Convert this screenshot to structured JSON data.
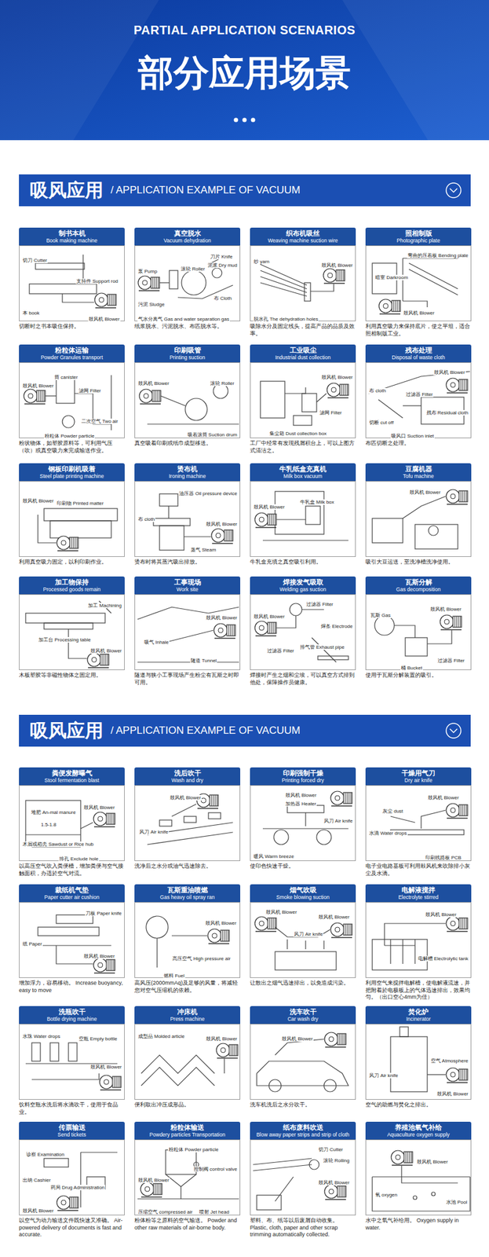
{
  "diagram": {
    "title": "部分应用场景",
    "nodes": [
      {
        "text": [
          "吸风应用",
          "/ APPLICATION EXAMPLE OF VACUUM"
        ]
      },
      {
        "text": [
          "制书本机",
          "Book making machine",
          "切断时之书本吸住保持。"
        ]
      },
      {
        "text": [
          "真空脱水",
          "Vacuum dehydration",
          "纸浆脱水、污泥脱水、布匹脱水等。"
        ]
      },
      {
        "text": [
          "织布机吸丝",
          "Weaving machine suction wire",
          "吸除水分及固定线头，提高产品的品质及效率。"
        ]
      },
      {
        "text": [
          "照相制版",
          "Photographic plate",
          "利用真空吸力来保持底片，使之平坦，适合照相制版工业。"
        ]
      },
      {
        "text": [
          "粉粒体运输",
          "Powder Granules transport",
          "粉状物体，如塑胶原料等，可利用气压（吹）或真空吸力来完成输送作业。"
        ]
      },
      {
        "text": [
          "印刷吸管",
          "Printing suction",
          "真空吸着印刷或纸巾成型移送。"
        ]
      },
      {
        "text": [
          "工业吸尘",
          "Industrial dust collection",
          "工厂中经常有发现残屑积台上，可以上图方式清洁之。"
        ]
      },
      {
        "text": [
          "残布处理",
          "Disposal of waste cloth",
          "布匹切断之处理。"
        ]
      },
      {
        "text": [
          "钢板印刷机吸着",
          "Steel plate printing machine",
          "利用真空吸力固定，以利印刷作业。"
        ]
      },
      {
        "text": [
          "烫布机",
          "Ironing machine",
          "烫布时将其蒸汽吸出排放。"
        ]
      },
      {
        "text": [
          "牛乳纸盒充真机",
          "Milk box vacuum",
          "牛乳盒充填之真空吸引利用。"
        ]
      },
      {
        "text": [
          "豆腐机器",
          "Tofu machine",
          "吸引大豆运送，至洗净槽洗净使用。"
        ]
      },
      {
        "text": [
          "加工物保持",
          "Processed goods remain",
          "木板塑胶等非磁性物体之固定用。"
        ]
      },
      {
        "text": [
          "工事现场",
          "Work site",
          "隧道与狭小工事现场产生粉尘有瓦斯之时即可用。"
        ]
      },
      {
        "text": [
          "焊接发气吸取",
          "Welding gas suction",
          "焊接时产生之烟和尘埃，可以真空方式排到他处，保障操作员健康。"
        ]
      },
      {
        "text": [
          "瓦斯分解",
          "Gas decomposition",
          "使用于瓦斯分解装置的吸引。"
        ]
      },
      {
        "text": [
          "吸风应用",
          "/ APPLICATION EXAMPLE OF VACUUM"
        ]
      },
      {
        "text": [
          "粪便发酵曝气",
          "Stool fermentation blast",
          "以高压空气吹入粪便槽，增加粪便与空气接触面积，办适於空气对流。"
        ]
      },
      {
        "text": [
          "洗后吹干",
          "Wash and dry",
          "洗净后之水分或油气迅速除去。"
        ]
      },
      {
        "text": [
          "印刷强制干燥",
          "Printing forced dry",
          "使印色快速干燥。"
        ]
      },
      {
        "text": [
          "干燥用气刀",
          "Dry air knife",
          "电子业电路基板可利用鼓风机来吹除排小灰尘及水滴。"
        ]
      },
      {
        "text": [
          "裁纸机气垫",
          "Paper cutter air cushion",
          "增加浮力，容易移动。 Increase buoyancy, easy to move"
        ]
      },
      {
        "text": [
          "瓦斯重油喷燃",
          "Gas heavy oil spray ran",
          "高风压(2000mmAq)及足够的风量，将减轻您对空气压缩机的依赖。"
        ]
      },
      {
        "text": [
          "烟气吹吸",
          "Smoke blowing suction",
          "让散出之烟气迅速排出，以免造成污染。"
        ]
      },
      {
        "text": [
          "电解液搅拌",
          "Electrolyte stirred",
          "利用空气来搅拌电解槽，使电解液流速，并把附着於电极板上的气体迅速排出，效果均匀。（出口空心4mm为佳）"
        ]
      },
      {
        "text": [
          "洗瓶吹干",
          "Bottle drying machine",
          "饮料空瓶水洗后将水滴吹干，使用于食品业。"
        ]
      },
      {
        "text": [
          "冲床机",
          "Press machine",
          "便利取出冲压成形品。"
        ]
      },
      {
        "text": [
          "洗车吹干",
          "Car wash dry",
          "洗车机洗后之水分吹干。"
        ]
      },
      {
        "text": [
          "焚化炉",
          "Incinerator",
          "空气的助燃与焚化之排出。"
        ]
      },
      {
        "text": [
          "传票输送",
          "Send tickets",
          "以空气为动力输送文件既快速又准确。 Air-powered delivery of documents is fast and accurate."
        ]
      },
      {
        "text": [
          "粉粒体输送",
          "Powdery particles Transportation",
          "粉体粉等之原料的空气输送。 Powder and other raw materials of air-borne body."
        ]
      },
      {
        "text": [
          "纸布废料吹送",
          "Blow away paper strips and strip of cloth",
          "塑料、布、纸等以后废屑自动收集。 Plastic, cloth, paper and other scrap trimming automatically collected."
        ]
      },
      {
        "text": [
          "养殖池氧气补给",
          "Aquaculture oxygen supply",
          "水中之氧气补给用。 Oxygen supply in water."
        ]
      }
    ],
    "labels": [
      "PARTIAL APPLICATION SCENARIOS",
      "切刀 Cutter",
      "支持件 Support rod",
      "本 book",
      "鼓风机 Blower",
      "泵 Pump",
      "滚轮 Roller",
      "刀片 Knife",
      "泥浆 Dry mud",
      "污泥 Sludge",
      "布 Cloth",
      "气水分离气 Gas and water separation gas",
      "纱 yarn",
      "鼓风机 Blower",
      "脱水孔 The dehydration holes",
      "弯曲的压着板 Bending plate",
      "暗室 Darkroom",
      "鼓风机 Blower",
      "鼓风机 Blower",
      "筒 canister",
      "滤网 Filter",
      "粉粒体 Powder particle",
      "二次空气 Two air",
      "鼓风机 Blower",
      "滚轮 Roller",
      "吸着滚筒 Suction drum",
      "鼓风机 Blower",
      "滤网 Filter",
      "集尘箱 Dust collection box",
      "鼓风机 Blower",
      "布 cloth",
      "过滤器 Filter",
      "切断 cut off",
      "吸风口 Suction inlet",
      "残布 Residual cloth",
      "鼓风机 Blower",
      "印刷物 Printed matter",
      "油压器 Oil pressure device",
      "布 cloth",
      "鼓风机 Blower",
      "蒸气 Steam",
      "鼓风机 Blower",
      "牛乳盒 Milk box",
      "鼓风机 Blower",
      "加工 Machining",
      "加工台 Processing table",
      "鼓风机 Blower",
      "鼓风机 Blower",
      "吸气 Inhale",
      "隧道 Tunnel",
      "鼓风机 Blower",
      "过滤器 Filter",
      "过滤器 Filter",
      "排气管 Exhaust pipe",
      "焊条 Electrode",
      "瓦斯 Gas",
      "鼓风机 Blower",
      "过滤器 Filter",
      "桶 Bucket",
      "鼓风机 Blower",
      "堆肥 An-mal manure",
      "1.5-1.8",
      "木屑或稻壳 Sawdust or Rice hub",
      "排孔 Exclude hole",
      "鼓风机 Blower",
      "风刀 Air knife",
      "鼓风机 Blower",
      "加热器 Heater",
      "风刀 Air knife",
      "暖风 Warm breeze",
      "鼓风机 Blower",
      "灰尘 dust",
      "水滴 Water drops",
      "印刷线路板 PCB",
      "刀板 Paper knife",
      "纸 Paper",
      "鼓风机 Blower",
      "鼓风机 Blower",
      "高压空气 High pressure air",
      "燃料 Fuel",
      "鼓风机 Blower",
      "风刀 Air knife",
      "鼓风机 Blower",
      "鼓风机 Blower",
      "电解槽 Electrolytic tank",
      "水珠 Water drops",
      "空瓶 Empty bottle",
      "鼓风机 Blower",
      "鼓风机 Blower",
      "成型品 Molded article",
      "鼓风机 Blower",
      "空气 Atmosphere",
      "风刀 Air knife",
      "鼓风机 Blower",
      "诊察 Examination",
      "出纳 Cashier",
      "药局 Drug Administration",
      "鼓风机 Blower",
      "粉粒体 Powder particle",
      "控制阀 control valve",
      "鼓风机 Blower",
      "压缩空气 compressed air",
      "喷射 Jet head",
      "切刀 Cutter",
      "滚轮 Rolling",
      "鼓风机 Blower",
      "鼓风机 Blower",
      "氧 oxygen",
      "水池 Pool"
    ]
  }
}
